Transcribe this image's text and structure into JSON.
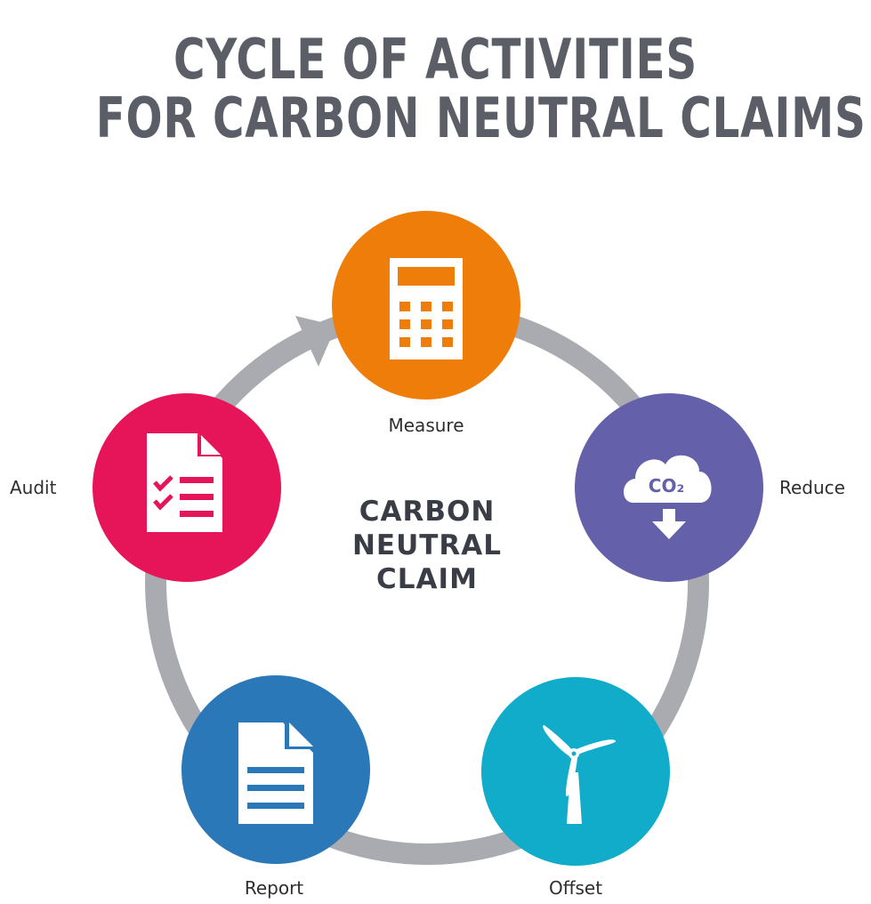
{
  "title": {
    "line1": "CYCLE OF ACTIVITIES",
    "line2": "FOR CARBON NEUTRAL CLAIMS"
  },
  "center": {
    "line1": "CARBON",
    "line2": "NEUTRAL",
    "line3": "CLAIM"
  },
  "cycle_color": "#A9ABB0",
  "steps": [
    {
      "label": "Measure",
      "icon": "calculator-icon",
      "color": "#EF7D0A"
    },
    {
      "label": "Reduce",
      "icon": "co2-cloud-down-arrow-icon",
      "color": "#6560AA",
      "icon_text": "CO₂"
    },
    {
      "label": "Offset",
      "icon": "wind-turbine-icon",
      "color": "#12ACCB"
    },
    {
      "label": "Report",
      "icon": "document-icon",
      "color": "#2A78B8"
    },
    {
      "label": "Audit",
      "icon": "checklist-icon",
      "color": "#E6155A"
    }
  ]
}
